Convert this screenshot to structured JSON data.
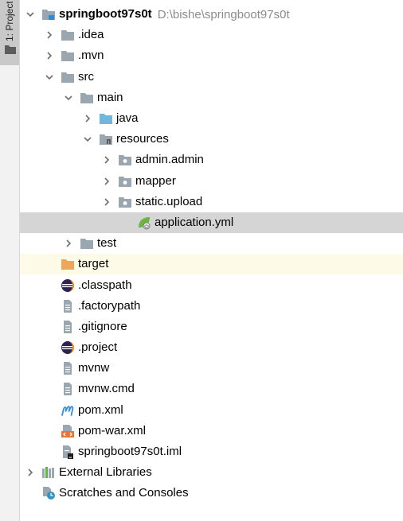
{
  "tool_window": {
    "tab_label": "1: Project"
  },
  "tree": {
    "root": {
      "name": "springboot97s0t",
      "path": "D:\\bishe\\springboot97s0t"
    },
    "idea": ".idea",
    "mvn": ".mvn",
    "src": "src",
    "main": "main",
    "java": "java",
    "resources": "resources",
    "admin_admin": "admin.admin",
    "mapper": "mapper",
    "static_upload": "static.upload",
    "application_yml": "application.yml",
    "test": "test",
    "target": "target",
    "classpath": ".classpath",
    "factorypath": ".factorypath",
    "gitignore": ".gitignore",
    "project": ".project",
    "mvnw": "mvnw",
    "mvnw_cmd": "mvnw.cmd",
    "pom_xml": "pom.xml",
    "pom_war_xml": "pom-war.xml",
    "iml": "springboot97s0t.iml",
    "external_libraries": "External Libraries",
    "scratches": "Scratches and Consoles"
  },
  "colors": {
    "folder": "#9aa7b0",
    "source_folder": "#6fb7df",
    "excluded_folder": "#f1a55a",
    "selection": "#d5d5d5",
    "excluded_row": "#fdfbe8",
    "path_text": "#8c8c8c"
  }
}
